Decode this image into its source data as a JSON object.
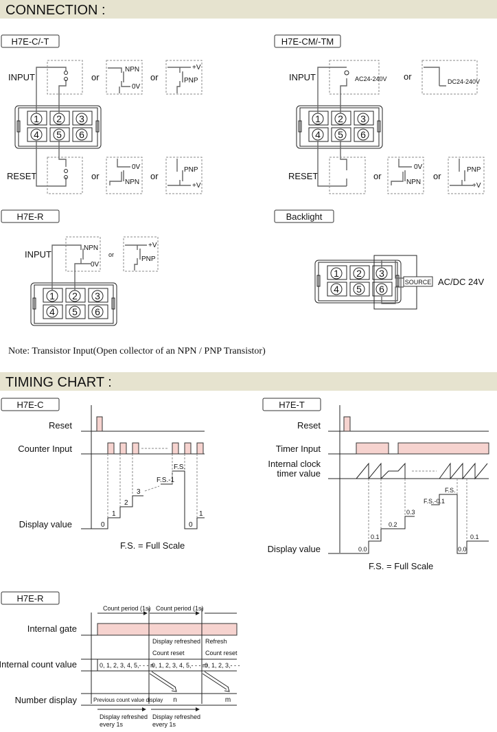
{
  "sections": {
    "connection": "CONNECTION :",
    "timing": "TIMING CHART :"
  },
  "connection": {
    "c_t": {
      "model": "H7E-C/-T",
      "input": "INPUT",
      "reset": "RESET",
      "or": "or",
      "npn": "NPN",
      "pnp": "PNP",
      "zero_v": "0V",
      "plus_v": "+V",
      "terminals": [
        "1",
        "2",
        "3",
        "4",
        "5",
        "6"
      ]
    },
    "cm_tm": {
      "model": "H7E-CM/-TM",
      "input": "INPUT",
      "reset": "RESET",
      "or": "or",
      "ac": "AC24-240V",
      "dc": "DC24-240V",
      "npn": "NPN",
      "pnp": "PNP",
      "zero_v": "0V",
      "plus_v": "+V"
    },
    "r": {
      "model": "H7E-R",
      "input": "INPUT",
      "or": "or",
      "npn": "NPN",
      "pnp": "PNP",
      "zero_v": "0V",
      "plus_v": "+V"
    },
    "backlight": {
      "model": "Backlight",
      "source": "SOURCE",
      "supply": "AC/DC 24V"
    },
    "note": "Note: Transistor Input(Open collector of an NPN / PNP Transistor)"
  },
  "timing": {
    "c": {
      "model": "H7E-C",
      "reset": "Reset",
      "counter_input": "Counter Input",
      "display_value": "Display value",
      "steps": [
        "0",
        "1",
        "2",
        "3",
        "F.S.-1",
        "F.S.",
        "0",
        "1"
      ],
      "footnote": "F.S. = Full Scale"
    },
    "t": {
      "model": "H7E-T",
      "reset": "Reset",
      "timer_input": "Timer Input",
      "clock_line1": "Internal clock",
      "clock_line2": "timer value",
      "display_value": "Display value",
      "steps": [
        "0.0",
        "0.1",
        "0.2",
        "0.3",
        "F.S.-0.1",
        "F.S.",
        "0.0",
        "0.1"
      ],
      "footnote": "F.S. = Full Scale"
    },
    "r": {
      "model": "H7E-R",
      "internal_gate": "Internal gate",
      "internal_count": "Internal count value",
      "number_display": "Number display",
      "count_period": "Count period (1s)",
      "display_refreshed": "Display refreshed",
      "refresh": "Refresh",
      "count_reset": "Count reset",
      "count_seq1": "0, 1, 2, 3, 4, 5,- - - n",
      "count_seq2": "0, 1, 2, 3, 4, 5,- - - m",
      "count_seq3": "0, 1, 2, 3,- - -",
      "prev_display": "Previous count value display",
      "n": "n",
      "m": "m",
      "refresh_every_1": "Display refreshed",
      "refresh_every_2": "every 1s"
    }
  },
  "colors": {
    "header_bg": "#e6e3cf",
    "pulse_fill": "#f6d3cf"
  }
}
